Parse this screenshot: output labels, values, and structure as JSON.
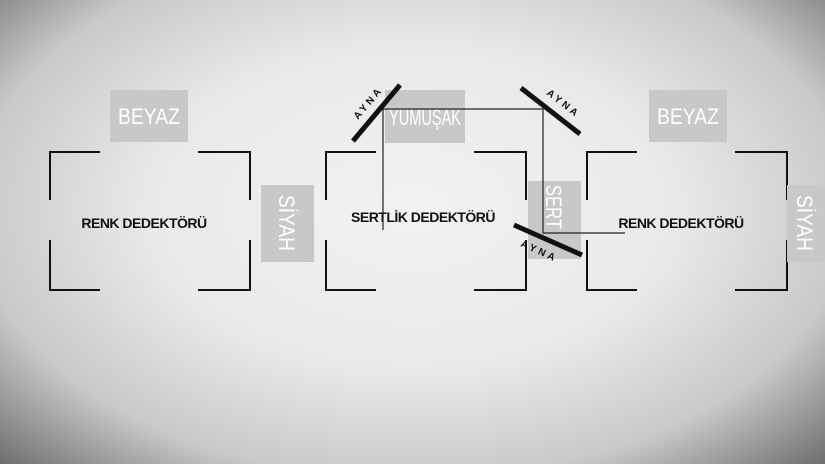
{
  "labels": {
    "beyaz": "BEYAZ",
    "siyah": "SİYAH",
    "renk_dedektoru": "RENK DEDEKTÖRÜ",
    "yumusak": "YUMUŞAK",
    "sertlik_dedektoru": "SERTLİK DEDEKTÖRÜ",
    "sert": "SERT",
    "ayna": "AYNA"
  }
}
